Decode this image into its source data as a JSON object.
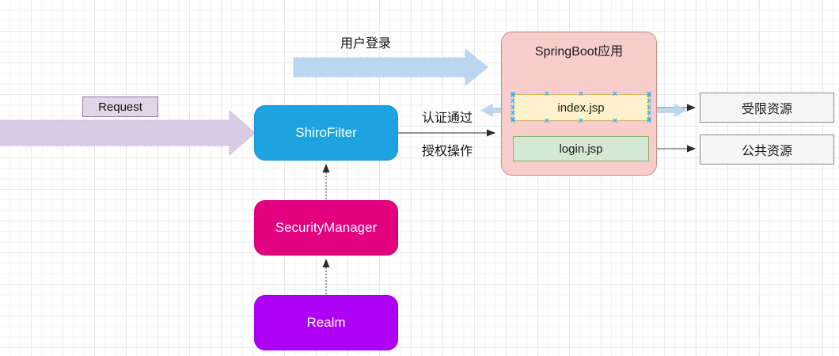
{
  "diagram": {
    "title_text": "SpringBoot应用",
    "nodes": {
      "shiro_filter": "ShiroFilter",
      "security_manager": "SecurityManager",
      "realm": "Realm",
      "index_jsp": "index.jsp",
      "login_jsp": "login.jsp",
      "restricted_resource": "受限资源",
      "public_resource": "公共资源"
    },
    "labels": {
      "request": "Request",
      "user_login": "用户登录",
      "auth_passed": "认证通过",
      "authz_operation": "授权操作"
    },
    "colors": {
      "shiro_filter_fill": "#1CA3E0",
      "security_manager_fill": "#E3007F",
      "realm_fill": "#AE00F5",
      "springboot_fill": "#F8CECC",
      "springboot_stroke": "#C98A88",
      "index_jsp_fill": "#FFF2CC",
      "index_jsp_stroke": "#D6B656",
      "login_jsp_fill": "#D5E8D4",
      "login_jsp_stroke": "#82B366",
      "resource_fill": "#F5F5F5",
      "resource_stroke": "#8A8A8A",
      "request_fill": "#E1D5E7",
      "request_stroke": "#9673A6",
      "block_arrow_lavender": "#D9CBE4",
      "block_arrow_blue": "#BBD8F0",
      "connector_gray": "#808080",
      "selection_handle": "#29B6F6",
      "grid_minor": "#F4F4F7",
      "grid_major": "#E8E8ED"
    },
    "selection": {
      "selected_node": "index.jsp",
      "handle_glyph": "×"
    }
  }
}
